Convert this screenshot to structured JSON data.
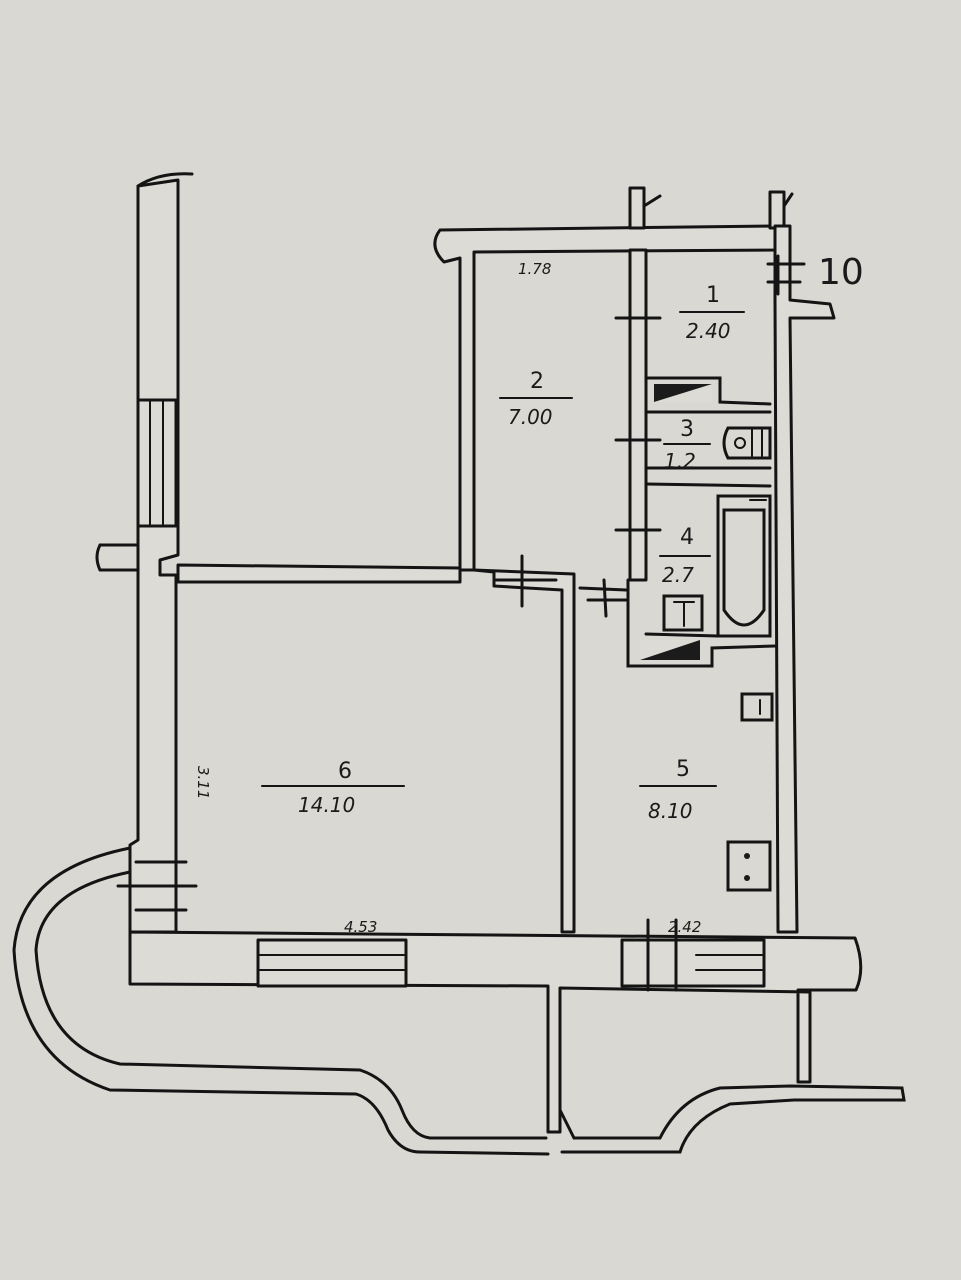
{
  "apartment_number": "10",
  "rooms": [
    {
      "id": "1",
      "number": "1",
      "area": "2.40"
    },
    {
      "id": "2",
      "number": "2",
      "area": "7.00"
    },
    {
      "id": "3",
      "number": "3",
      "area": "1.2"
    },
    {
      "id": "4",
      "number": "4",
      "area": "2.7"
    },
    {
      "id": "5",
      "number": "5",
      "area": "8.10"
    },
    {
      "id": "6",
      "number": "6",
      "area": "14.10"
    }
  ],
  "dimensions": {
    "top_width": "1.78",
    "left_height": "3.11",
    "bottom_left": "4.53",
    "bottom_right": "2.42"
  },
  "colors": {
    "ink": "#141414",
    "paper": "#d9d8d2"
  }
}
